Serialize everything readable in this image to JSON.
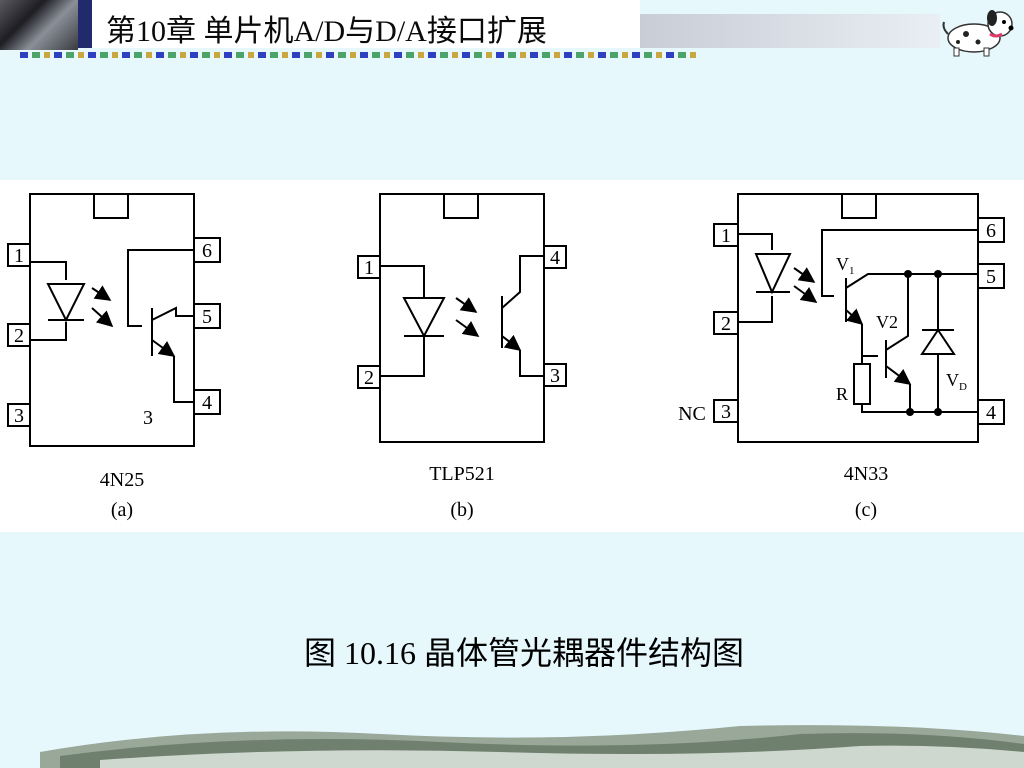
{
  "header": {
    "title": "第10章 单片机A/D与D/A接口扩展"
  },
  "figure": {
    "caption": "图 10.16  晶体管光耦器件结构图",
    "panels": [
      {
        "part": "4N25",
        "label": "(a)",
        "pins": [
          "1",
          "2",
          "3",
          "6",
          "5",
          "4"
        ],
        "inner_note": "3"
      },
      {
        "part": "TLP521",
        "label": "(b)",
        "pins": [
          "1",
          "2",
          "4",
          "3"
        ]
      },
      {
        "part": "4N33",
        "label": "(c)",
        "pins": [
          "1",
          "2",
          "3",
          "6",
          "5",
          "4"
        ],
        "nc_label": "NC",
        "components": {
          "v1": "V",
          "v1_sub": "1",
          "v2": "V2",
          "r": "R",
          "vd": "V",
          "vd_sub": "D"
        }
      }
    ]
  },
  "icons": {
    "header_photo": "mountain-photo-icon",
    "mascot": "dalmatian-dog-icon"
  },
  "colors": {
    "background": "#e6f8fc",
    "title_accent": "#222a6e"
  }
}
